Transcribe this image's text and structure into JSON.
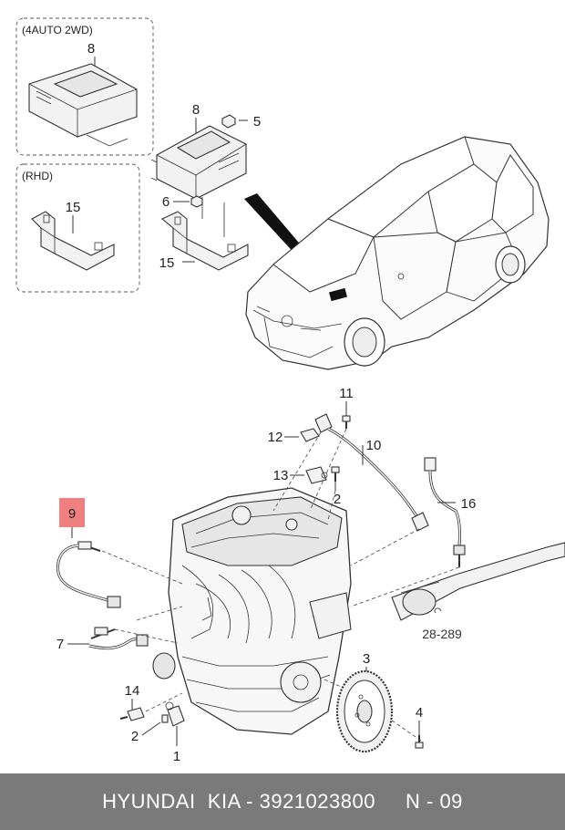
{
  "boxes": {
    "auto_title": "(4AUTO 2WD)",
    "rhd_title": "(RHD)"
  },
  "labels": {
    "ecu_box": "8",
    "ecu_main": "8",
    "nut_5": "5",
    "nut_6": "6",
    "bracket_rhd": "15",
    "bracket_main": "15",
    "bolt_11": "11",
    "conn_12": "12",
    "sensor_10": "10",
    "sensor_13": "13",
    "bolt_2_top": "2",
    "sensor_16": "16",
    "sensor_9": "9",
    "ref_code": "28-289",
    "sensor_7": "7",
    "flywheel_3": "3",
    "sensor_14": "14",
    "bolt_2_bottom": "2",
    "sensor_1": "1",
    "bolt_4": "4"
  },
  "highlight_color": "#f08080",
  "footer": {
    "text": "HYUNDAI  KIA - 3921023800     N - 09"
  }
}
